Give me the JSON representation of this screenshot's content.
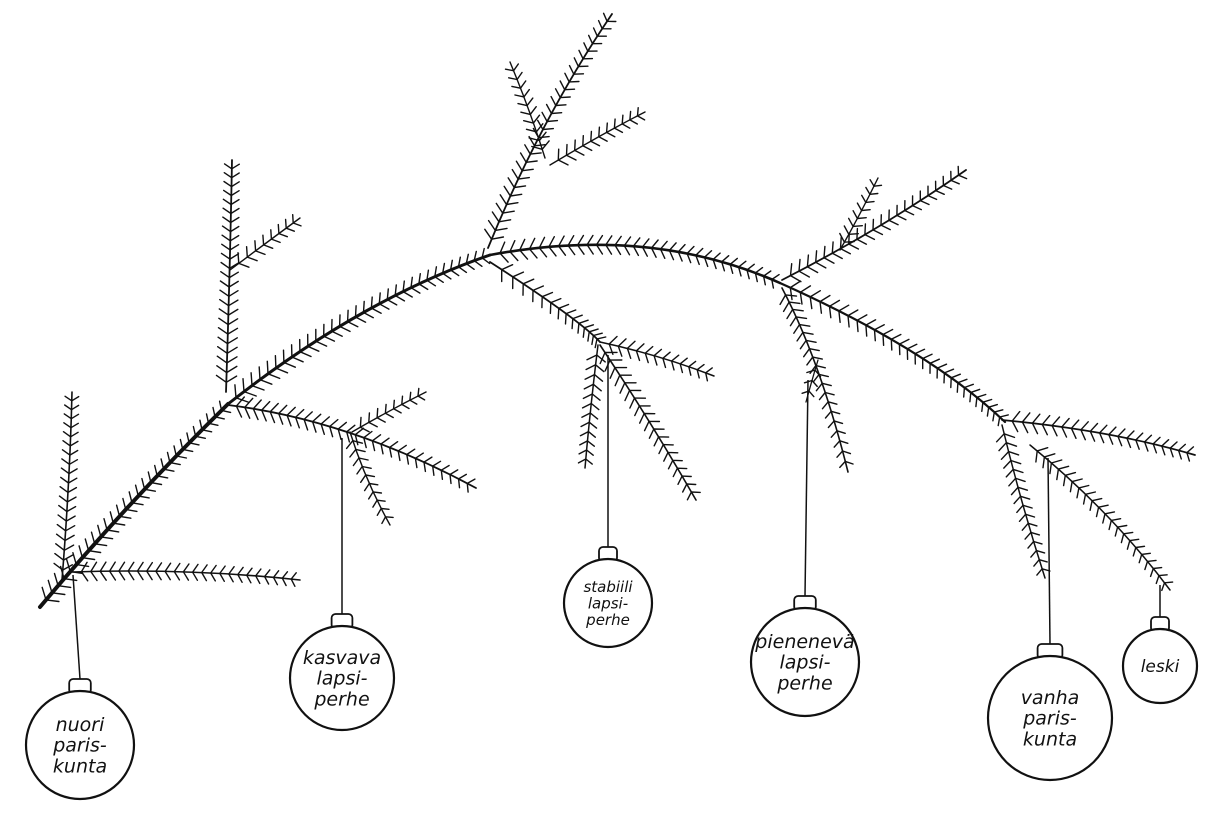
{
  "colors": {
    "ink": "#111111",
    "background": "#ffffff"
  },
  "ornaments": [
    {
      "id": "nuori-pariskunta",
      "lines": [
        "nuori",
        "paris-",
        "kunta"
      ]
    },
    {
      "id": "kasvava-lapsiperhe",
      "lines": [
        "kasvava",
        "lapsi-",
        "perhe"
      ]
    },
    {
      "id": "stabiili-lapsiperhe",
      "lines": [
        "stabiili",
        "lapsi-",
        "perhe"
      ]
    },
    {
      "id": "pienenevä-lapsiperhe",
      "lines": [
        "pienenevä",
        "lapsi-",
        "perhe"
      ]
    },
    {
      "id": "vanha-pariskunta",
      "lines": [
        "vanha",
        "paris-",
        "kunta"
      ]
    },
    {
      "id": "leski",
      "lines": [
        "leski"
      ]
    }
  ]
}
